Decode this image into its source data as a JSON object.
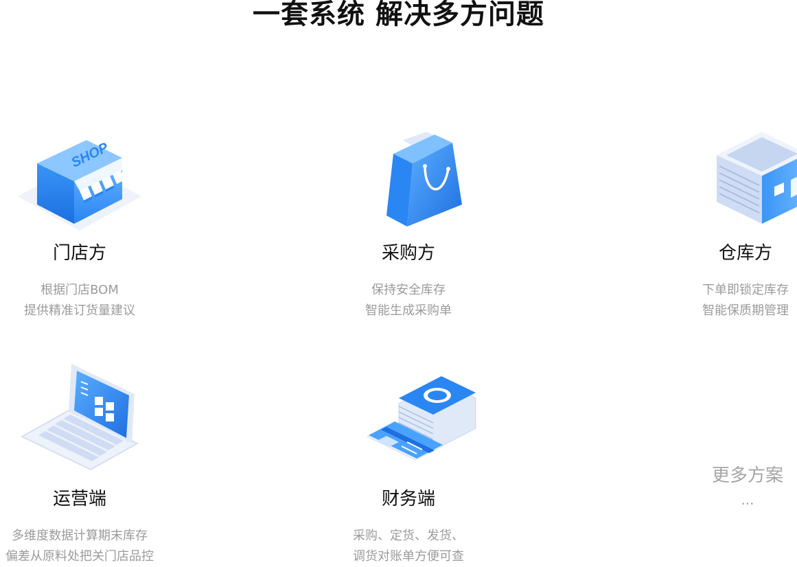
{
  "page": {
    "title": "一套系统 解决多方问题"
  },
  "parties": [
    {
      "name": "门店方",
      "desc": [
        "根据门店BOM",
        "提供精准订货量建议"
      ],
      "icon": "shop-icon",
      "sign": "SHOP"
    },
    {
      "name": "采购方",
      "desc": [
        "保持安全库存",
        "智能生成采购单"
      ],
      "icon": "shopping-bag-icon"
    },
    {
      "name": "仓库方",
      "desc": [
        "下单即锁定库存",
        "智能保质期管理"
      ],
      "icon": "warehouse-icon"
    },
    {
      "name": "运营端",
      "desc": [
        "多维度数据计算期末库存",
        "偏差从原料处把关门店品控"
      ],
      "icon": "laptop-icon"
    },
    {
      "name": "财务端",
      "desc": [
        "采购、定货、发货、",
        "调货对账单方便可查"
      ],
      "icon": "money-card-icon"
    }
  ],
  "more": {
    "label": "更多方案",
    "dots": "..."
  },
  "colors": {
    "accent": "#2f8cf5",
    "accent_dark": "#1f6fe0",
    "accent_light": "#7fc0ff",
    "desc_gray": "#9b9b9b",
    "title": "#111111"
  }
}
